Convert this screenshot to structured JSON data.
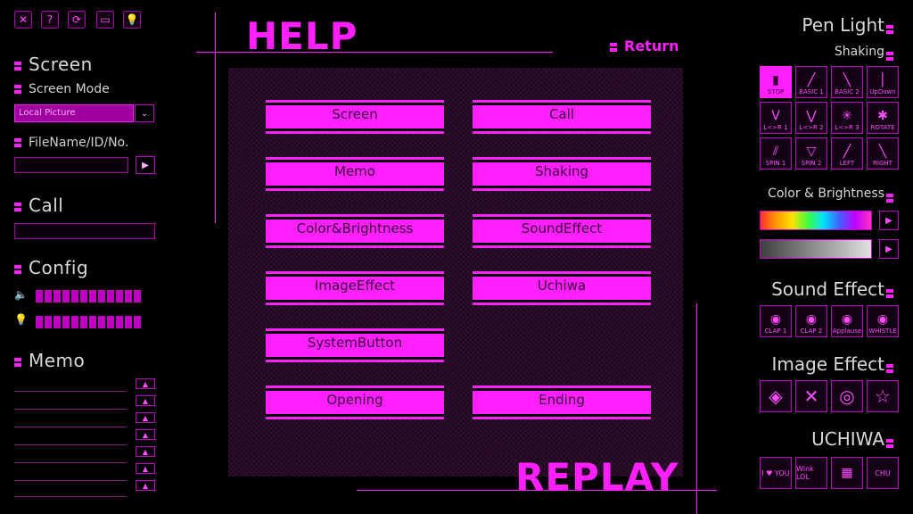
{
  "toolbar": {
    "icons": [
      "close-icon",
      "help-icon",
      "refresh-icon",
      "window-icon",
      "lightbulb-icon"
    ],
    "glyphs": [
      "✕",
      "?",
      "⟳",
      "▭",
      "💡"
    ]
  },
  "left": {
    "screen_title": "Screen",
    "screen_mode_label": "Screen Mode",
    "screen_mode_value": "Local Picture",
    "filename_label": "FileName/ID/No.",
    "call_title": "Call",
    "config_title": "Config",
    "memo_title": "Memo",
    "play_glyph": "▶",
    "dropdown_glyph": "⌄",
    "volume_glyph": "🔈",
    "bulb_glyph": "💡",
    "up_glyph": "▲"
  },
  "help": {
    "title": "HELP",
    "return_label": "Return",
    "replay_label": "REPLAY",
    "buttons": [
      "Screen",
      "Call",
      "Memo",
      "Shaking",
      "Color&Brightness",
      "SoundEffect",
      "ImageEffect",
      "Uchiwa",
      "SystemButton",
      "Opening",
      "Ending"
    ]
  },
  "right": {
    "penlight_title": "Pen Light",
    "shaking_label": "Shaking",
    "shake_tiles": [
      "STOP",
      "BASIC 1",
      "BASIC 2",
      "UpDown",
      "L<>R 1",
      "L<>R 2",
      "L<>R 3",
      "ROTATE",
      "SPIN 1",
      "SPIN 2",
      "LEFT",
      "RIGHT"
    ],
    "color_title": "Color & Brightness",
    "sound_title": "Sound Effect",
    "sound_tiles": [
      "CLAP 1",
      "CLAP 2",
      "Applause",
      "WHISTLE"
    ],
    "image_title": "Image Effect",
    "uchiwa_title": "UCHIWA",
    "uchiwa_tiles": [
      "I ♥ YOU",
      "Wink LOL",
      "",
      "CHU"
    ]
  },
  "colors": {
    "accent": "#ff1fff",
    "dark_accent": "#a000a0",
    "background": "#000000"
  }
}
